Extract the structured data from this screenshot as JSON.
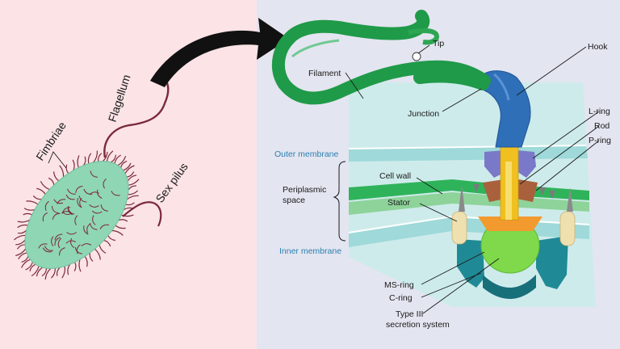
{
  "bacterium": {
    "fimbriae_label": "Fimbriae",
    "flagellum_label": "Flagellum",
    "sex_pilus_label": "Sex pilus"
  },
  "motor": {
    "tip": "Tip",
    "hook": "Hook",
    "filament": "Filament",
    "junction": "Junction",
    "l_ring": "L-ring",
    "rod": "Rod",
    "p_ring": "P-ring",
    "outer_membrane": "Outer membrane",
    "periplasmic_line1": "Periplasmic",
    "periplasmic_line2": "space",
    "cell_wall": "Cell wall",
    "stator": "Stator",
    "inner_membrane": "Inner membrane",
    "ms_ring": "MS-ring",
    "c_ring": "C-ring",
    "type3_line1": "Type III",
    "type3_line2": "secretion system"
  },
  "colors": {
    "left_bg": "#fbe3e6",
    "right_bg": "#e3e5f0",
    "cell_body": "#8fd6b4",
    "filament_green": "#1f9a48",
    "hook_blue": "#2f6fb8",
    "rod_gold": "#f0c020",
    "membrane_teal": "#9fd9d9",
    "cell_wall_green": "#2fb35a",
    "stator_tan": "#efe0b0",
    "c_ring_teal": "#1f8a96",
    "ms_ring_green": "#7fd94a",
    "l_ring_purple": "#7a78c8",
    "p_ring_brown": "#a9603c",
    "fimbriae_maroon": "#7a2a3a"
  }
}
